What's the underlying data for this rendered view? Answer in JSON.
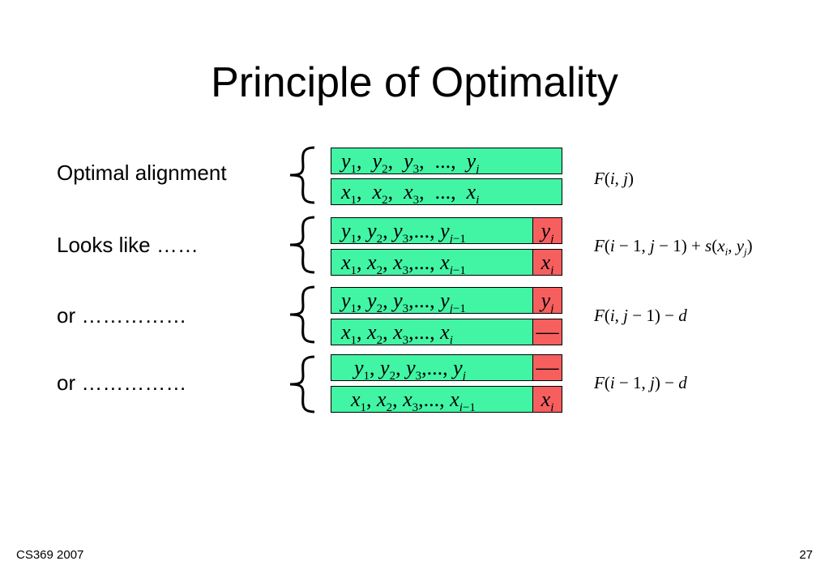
{
  "slide": {
    "title": "Principle of Optimality",
    "footer_left": "CS369 2007",
    "page_number": "27"
  },
  "rows": [
    {
      "label": "Optimal alignment",
      "formula": "F(i, j)"
    },
    {
      "label": "Looks like ……",
      "formula": "F(i − 1, j − 1) + s(x_i, y_j)"
    },
    {
      "label": "or ……………",
      "formula": "F(i, j − 1) − d"
    },
    {
      "label": "or ……………",
      "formula": "F(i − 1, j) − d"
    }
  ],
  "colors": {
    "sequence_box": "#41f5a4",
    "aligned_cell": "#f75f5f"
  }
}
